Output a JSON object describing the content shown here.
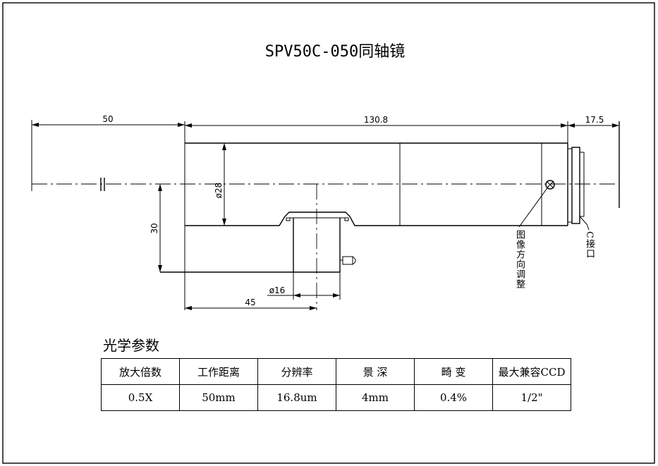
{
  "title": "SPV50C-050同轴镜",
  "dimensions": {
    "working_distance": "50",
    "body_length": "130.8",
    "mount_length": "17.5",
    "body_diameter": "ø28",
    "side_offset": "30",
    "port_diameter": "ø16",
    "port_position": "45"
  },
  "callouts": {
    "image_direction": "图像方向调整",
    "c_mount": "C接口"
  },
  "table": {
    "title": "光学参数",
    "headers": [
      "放大倍数",
      "工作距离",
      "分辨率",
      "景 深",
      "畸 变",
      "最大兼容CCD"
    ],
    "values": [
      "0.5X",
      "50mm",
      "16.8um",
      "4mm",
      "0.4%",
      "1/2\""
    ]
  }
}
